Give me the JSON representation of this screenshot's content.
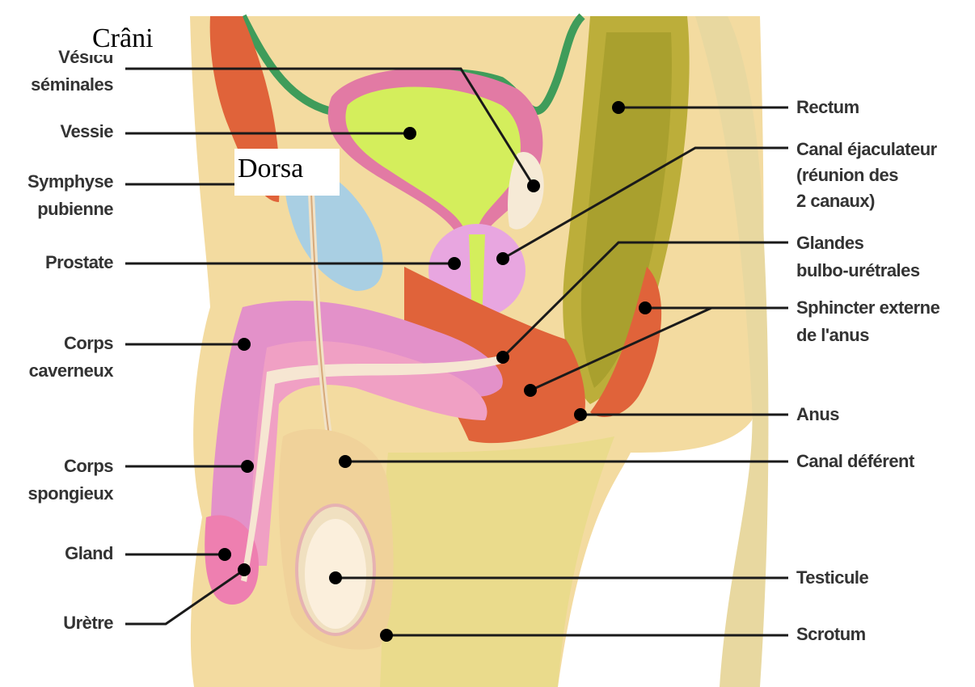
{
  "labels_left": [
    {
      "lines": [
        "Vésicu",
        "séminales"
      ]
    },
    {
      "lines": [
        "Vessie"
      ]
    },
    {
      "lines": [
        "Symphyse",
        "pubienne"
      ]
    },
    {
      "lines": [
        "Prostate"
      ]
    },
    {
      "lines": [
        "Corps",
        "caverneux"
      ]
    },
    {
      "lines": [
        "Corps",
        "spongieux"
      ]
    },
    {
      "lines": [
        "Gland"
      ]
    },
    {
      "lines": [
        "Urètre"
      ]
    }
  ],
  "labels_right": [
    {
      "lines": [
        "Rectum"
      ]
    },
    {
      "lines": [
        "Canal éjaculateur",
        "(réunion des",
        "2 canaux)"
      ]
    },
    {
      "lines": [
        "Glandes",
        "bulbo-urétrales"
      ]
    },
    {
      "lines": [
        "Sphincter externe",
        "de l'anus"
      ]
    },
    {
      "lines": [
        "Anus"
      ]
    },
    {
      "lines": [
        "Canal déférent"
      ]
    },
    {
      "lines": [
        "Testicule"
      ]
    },
    {
      "lines": [
        "Scrotum"
      ]
    }
  ],
  "overlays": {
    "crani": "Crâni",
    "dorsa": "Dorsa"
  }
}
